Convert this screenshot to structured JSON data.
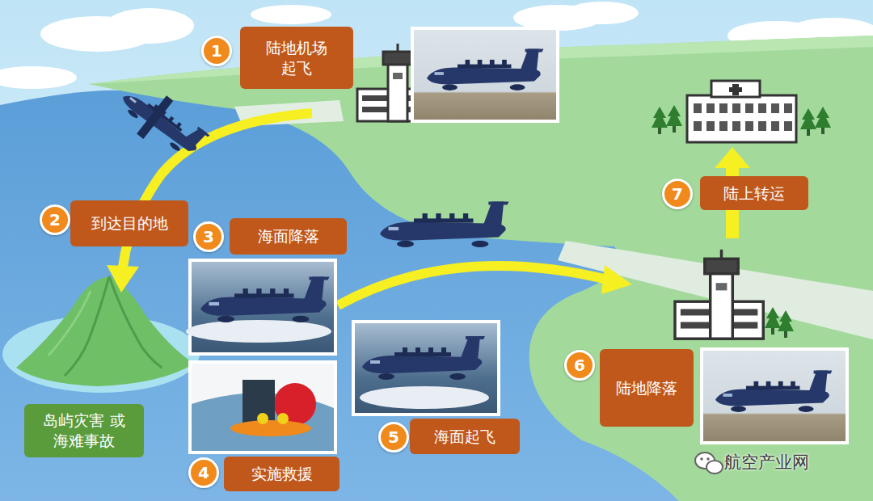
{
  "diagram": {
    "nodes": [
      {
        "text": [
          "陆地机场 起飞"
        ]
      },
      {
        "text": [
          "到达目的地"
        ]
      },
      {
        "text": [
          "海面降落"
        ]
      },
      {
        "text": [
          "岛屿灾害 或海难事故"
        ]
      },
      {
        "text": [
          "实施救援"
        ]
      },
      {
        "text": [
          "海面起飞"
        ]
      },
      {
        "text": [
          "陆地降落"
        ]
      },
      {
        "text": [
          "陆上转运"
        ]
      }
    ],
    "labels": [
      "1",
      "2",
      "3",
      "4",
      "5",
      "6",
      "7",
      "航空产业网"
    ]
  }
}
